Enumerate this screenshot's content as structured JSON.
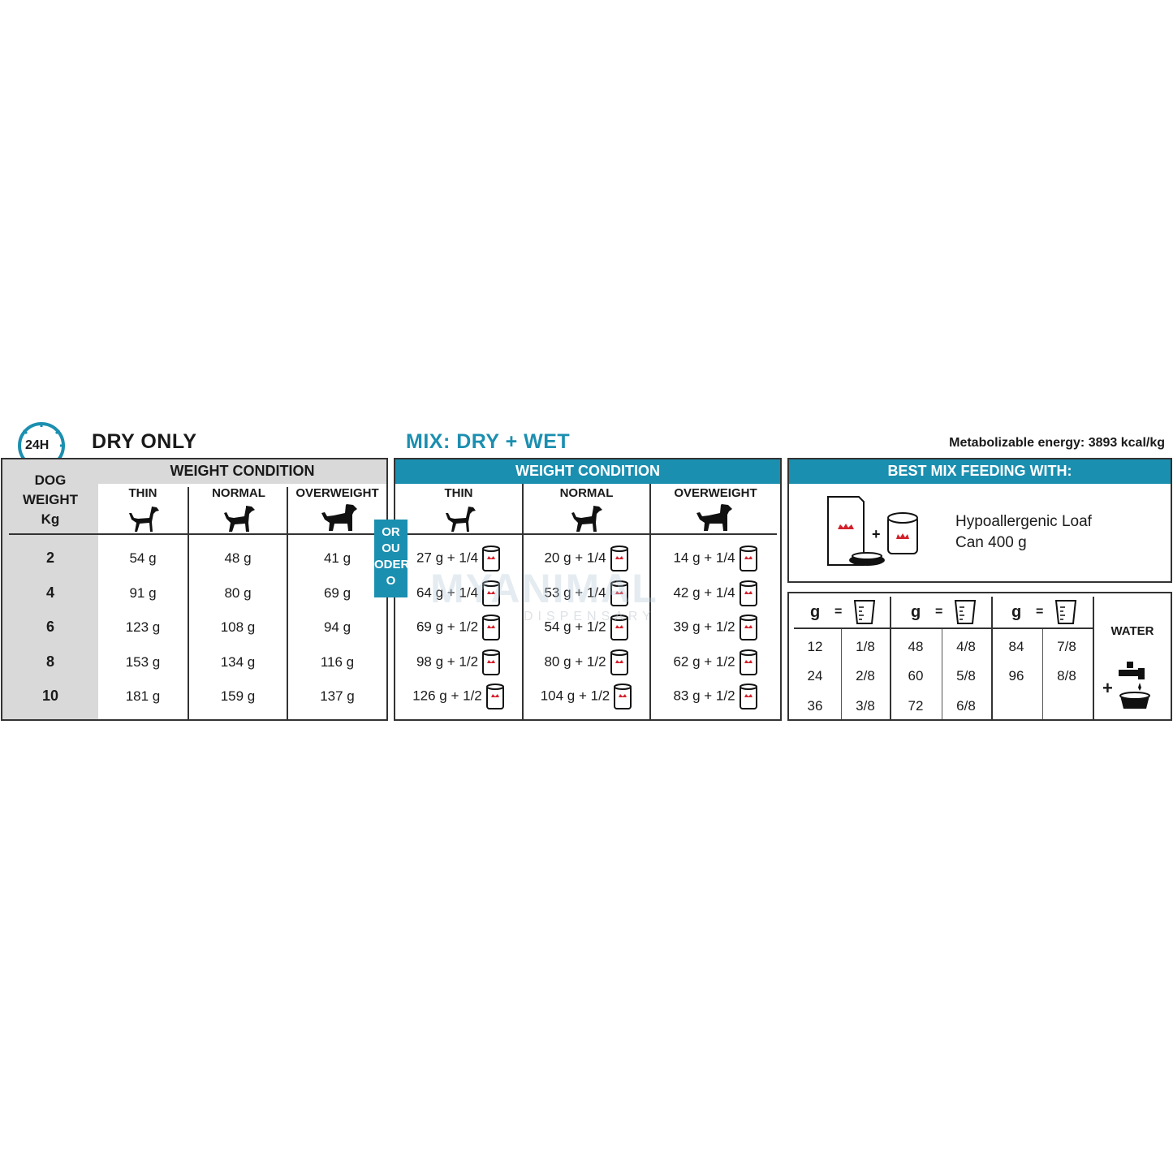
{
  "header": {
    "clock_label": "24H",
    "dry_title": "DRY ONLY",
    "mix_title": "MIX: DRY + WET",
    "energy": "Metabolizable energy: 3893 kcal/kg"
  },
  "dry": {
    "weight_header": [
      "DOG",
      "WEIGHT",
      "Kg"
    ],
    "condition_title": "WEIGHT CONDITION",
    "columns": [
      "THIN",
      "NORMAL",
      "OVERWEIGHT"
    ],
    "rows": [
      {
        "kg": "2",
        "thin": "54 g",
        "normal": "48 g",
        "over": "41 g"
      },
      {
        "kg": "4",
        "thin": "91 g",
        "normal": "80 g",
        "over": "69 g"
      },
      {
        "kg": "6",
        "thin": "123 g",
        "normal": "108 g",
        "over": "94 g"
      },
      {
        "kg": "8",
        "thin": "153 g",
        "normal": "134 g",
        "over": "116 g"
      },
      {
        "kg": "10",
        "thin": "181 g",
        "normal": "159 g",
        "over": "137 g"
      }
    ]
  },
  "or_box": [
    "OR",
    "OU",
    "ODER",
    "O"
  ],
  "mix": {
    "condition_title": "WEIGHT CONDITION",
    "columns": [
      "THIN",
      "NORMAL",
      "OVERWEIGHT"
    ],
    "rows": [
      {
        "thin": "27 g + 1/4",
        "normal": "20 g + 1/4",
        "over": "14 g + 1/4"
      },
      {
        "thin": "64 g + 1/4",
        "normal": "53 g + 1/4",
        "over": "42 g + 1/4"
      },
      {
        "thin": "69 g + 1/2",
        "normal": "54 g + 1/2",
        "over": "39 g + 1/2"
      },
      {
        "thin": "98 g + 1/2",
        "normal": "80 g + 1/2",
        "over": "62 g + 1/2"
      },
      {
        "thin": "126 g + 1/2",
        "normal": "104 g + 1/2",
        "over": "83 g + 1/2"
      }
    ]
  },
  "best_mix": {
    "title": "BEST MIX FEEDING WITH:",
    "product_line1": "Hypoallergenic Loaf",
    "product_line2": "Can 400 g"
  },
  "cup_table": {
    "g_label": "g",
    "eq_label": "=",
    "water_label": "WATER",
    "plus": "+",
    "groups": [
      {
        "g": [
          "12",
          "24",
          "36"
        ],
        "cup": [
          "1/8",
          "2/8",
          "3/8"
        ]
      },
      {
        "g": [
          "48",
          "60",
          "72"
        ],
        "cup": [
          "4/8",
          "5/8",
          "6/8"
        ]
      },
      {
        "g": [
          "84",
          "96",
          ""
        ],
        "cup": [
          "7/8",
          "8/8",
          ""
        ]
      }
    ]
  },
  "watermark": {
    "main": "MYANIMAL",
    "sub": "DISPENSARY"
  },
  "colors": {
    "teal": "#1b8fb0",
    "grey": "#d9d9d9",
    "red": "#d3202a"
  }
}
